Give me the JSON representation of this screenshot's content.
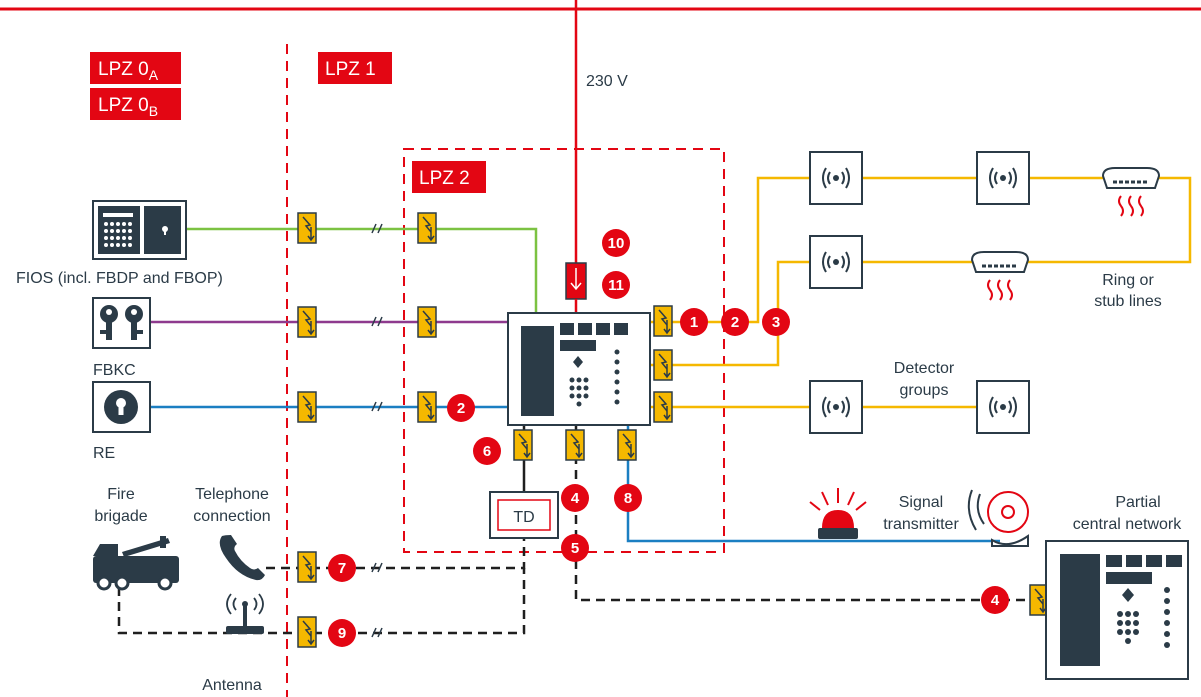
{
  "zones": {
    "lpz0a": "LPZ 0",
    "lpz0a_sub": "A",
    "lpz0b": "LPZ 0",
    "lpz0b_sub": "B",
    "lpz1": "LPZ 1",
    "lpz2": "LPZ 2"
  },
  "labels": {
    "voltage": "230 V",
    "fios": "FIOS (incl. FBDP and FBOP)",
    "fbkc": "FBKC",
    "re": "RE",
    "fire_brigade_1": "Fire",
    "fire_brigade_2": "brigade",
    "telephone_1": "Telephone",
    "telephone_2": "connection",
    "antenna": "Antenna",
    "td": "TD",
    "ring_1": "Ring or",
    "ring_2": "stub lines",
    "detector_1": "Detector",
    "detector_2": "groups",
    "signal_1": "Signal",
    "signal_2": "transmitter",
    "partial_1": "Partial",
    "partial_2": "central network"
  },
  "badges": [
    "10",
    "11",
    "1",
    "2",
    "3",
    "2",
    "6",
    "4",
    "8",
    "5",
    "7",
    "9",
    "4"
  ],
  "colors": {
    "red": "#e30613",
    "dark": "#2b3b47",
    "green": "#7cc242",
    "purple": "#8e3a8e",
    "blue": "#1b7fc2",
    "yellow": "#f5b800"
  }
}
